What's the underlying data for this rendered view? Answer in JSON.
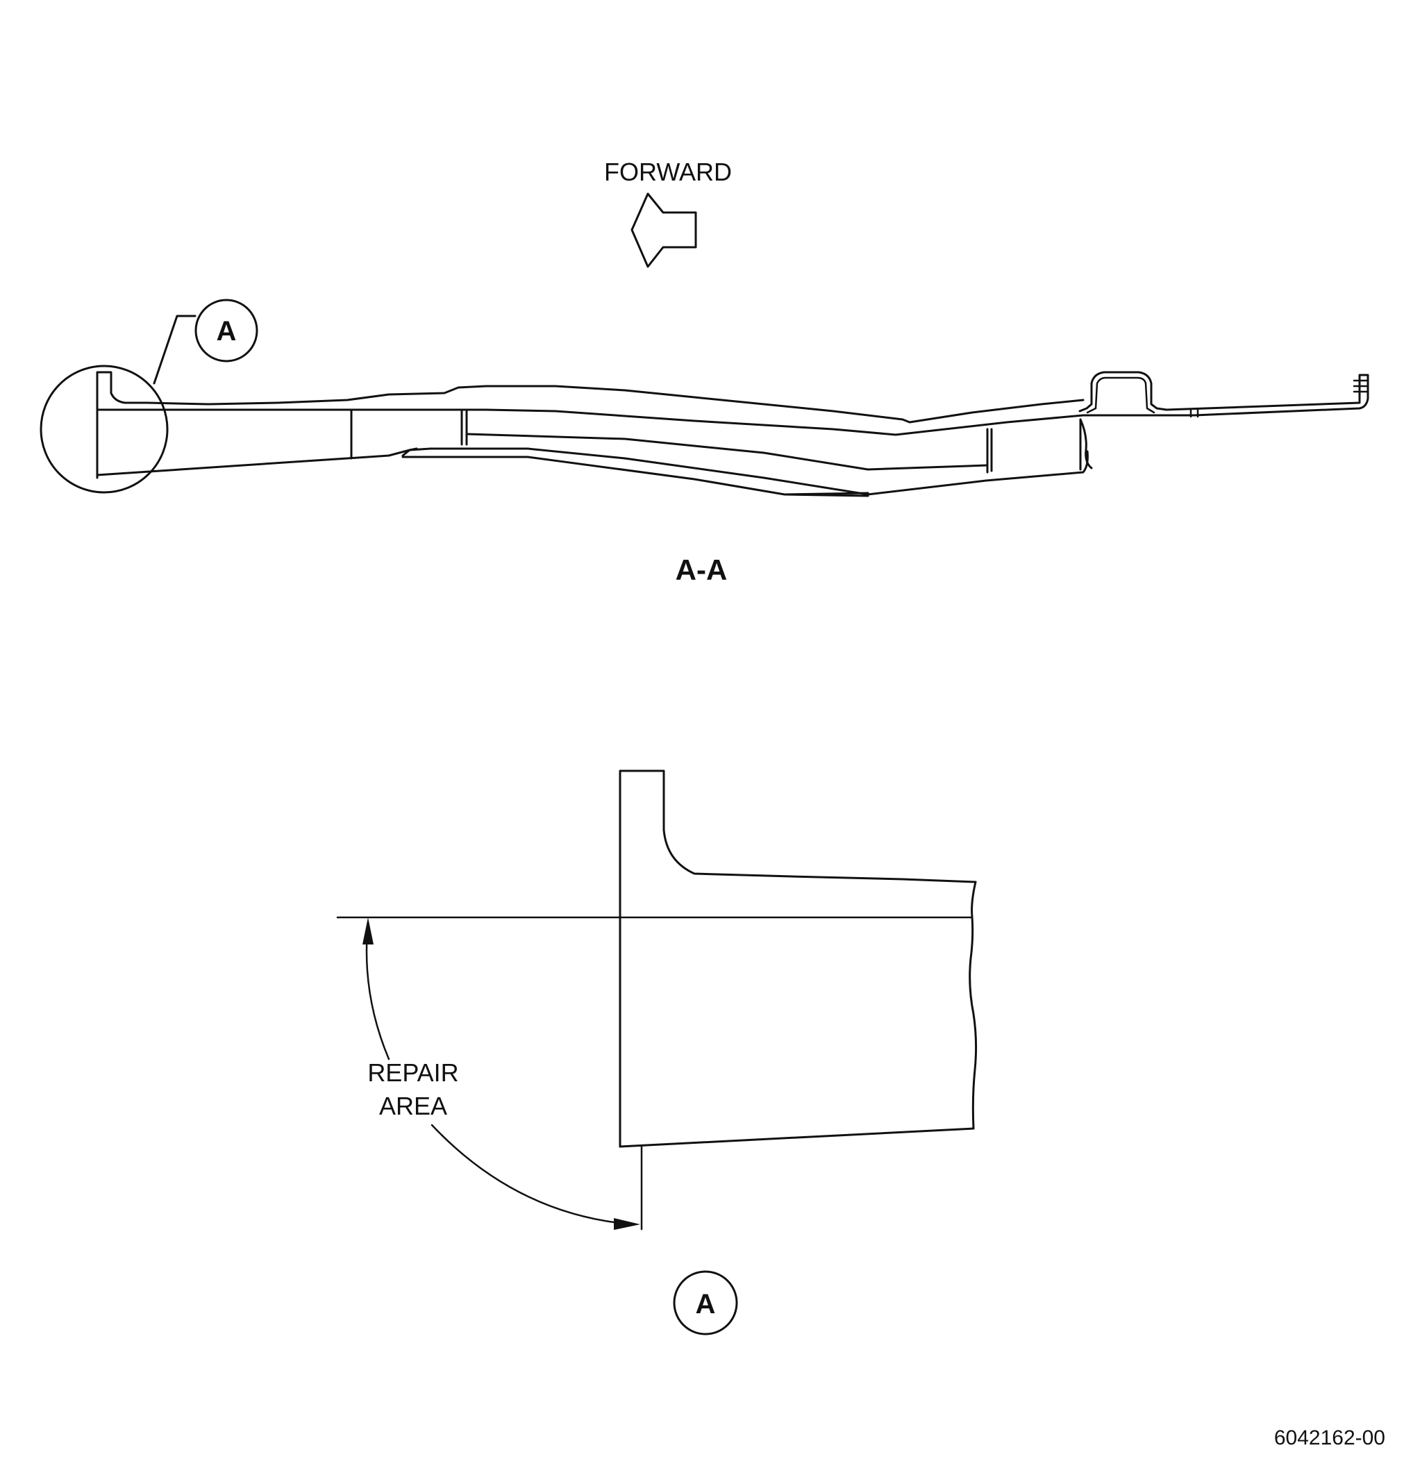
{
  "labels": {
    "forward": "FORWARD",
    "section_view": "A-A",
    "detail_callout_top": "A",
    "detail_callout_bottom": "A",
    "repair_line1": "REPAIR",
    "repair_line2": "AREA",
    "figure_number": "6042162-00"
  },
  "colors": {
    "line": "#111111",
    "background": "#ffffff"
  },
  "icons": {
    "direction_arrow": "arrow-left-icon"
  }
}
